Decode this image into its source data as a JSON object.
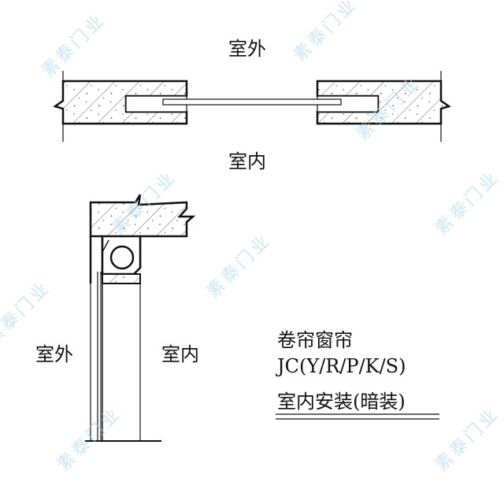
{
  "labels": {
    "top_outside": "室外",
    "top_inside": "室内",
    "side_outside": "室外",
    "side_inside": "室内"
  },
  "caption": {
    "line1": "卷帘窗帘",
    "line2": "JC(Y/R/P/K/S)",
    "line3": "室内安装(暗装)"
  },
  "watermark": "素泰门业",
  "colors": {
    "line": "#111111",
    "watermark": "#a9d6ee"
  }
}
